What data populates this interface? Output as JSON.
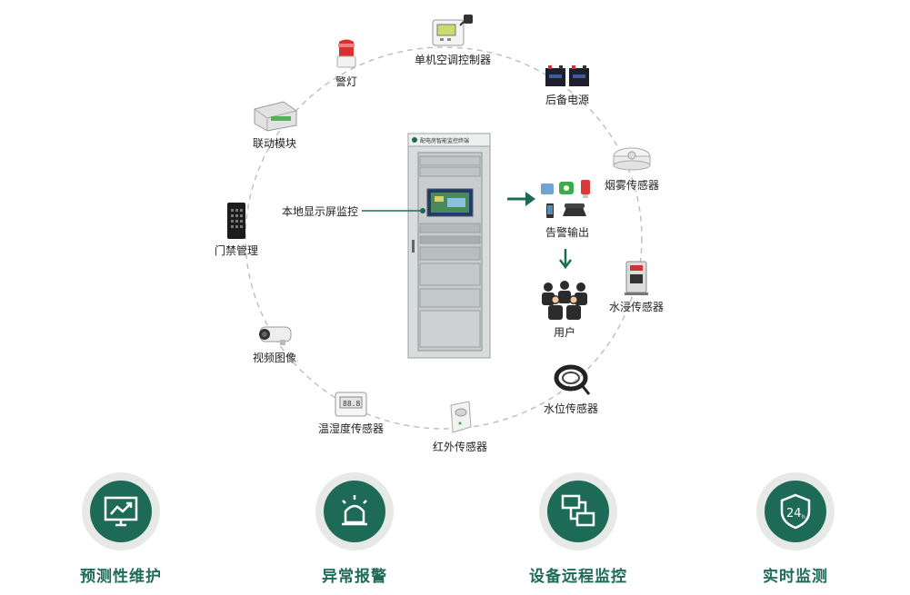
{
  "cabinet": {
    "header_text": "配电房智能监控终端",
    "local_display_label": "本地显示屏监控"
  },
  "devices": {
    "ac_controller": "单机空调控制器",
    "backup_power": "后备电源",
    "smoke_sensor": "烟雾传感器",
    "water_leak_sensor": "水浸传感器",
    "water_level_sensor": "水位传感器",
    "infrared_sensor": "红外传感器",
    "temp_humidity_sensor": "温湿度传感器",
    "video_image": "视频图像",
    "access_control": "门禁管理",
    "linkage_module": "联动模块",
    "alarm_light": "警灯"
  },
  "alarm": {
    "output_label": "告警输出",
    "users_label": "用户"
  },
  "features": [
    {
      "title": "预测性维护",
      "icon": "chart-monitor-icon"
    },
    {
      "title": "异常报警",
      "icon": "alarm-siren-icon"
    },
    {
      "title": "设备远程监控",
      "icon": "remote-monitor-icon"
    },
    {
      "title": "实时监测",
      "icon": "shield-24h-icon"
    }
  ],
  "colors": {
    "accent": "#1d6b57",
    "ring": "#b9bfbc",
    "disc": "#e6e9e6"
  }
}
